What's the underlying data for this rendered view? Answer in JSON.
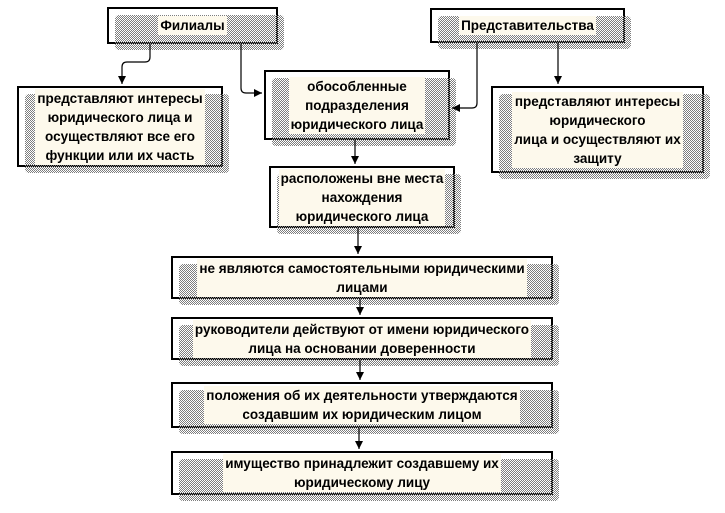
{
  "colors": {
    "page_bg": "#ffffff",
    "box_bg": "#ffffff",
    "border": "#000000",
    "line": "#000000",
    "shadow": "#7d7d7d",
    "text_highlight": "#fdf9ec"
  },
  "nodes": {
    "branches": {
      "label": "Филиалы"
    },
    "representations": {
      "label": "Представительства"
    },
    "branch_functions": {
      "label": "представляют интересы\nюридического лица и\nосуществляют все его\nфункции или их часть"
    },
    "separate_subdivisions": {
      "label": "обособленные\nподразделения\nюридического лица"
    },
    "representation_protection": {
      "label": "представляют интересы\nюридического\nлица и осуществляют их\nзащиту"
    },
    "located_outside": {
      "label": "расположены вне места\nнахождения\nюридического лица"
    },
    "not_independent": {
      "label": "не являются самостоятельными юридическими\nлицами"
    },
    "heads_power_of_attorney": {
      "label": "руководители действуют от имени юридического\nлица на основании доверенности"
    },
    "regulations_approved": {
      "label": "положения об их деятельности утверждаются\nсоздавшим их юридическим лицом"
    },
    "property_belongs": {
      "label": "имущество принадлежит создавшему их\nюридическому лицу"
    }
  }
}
